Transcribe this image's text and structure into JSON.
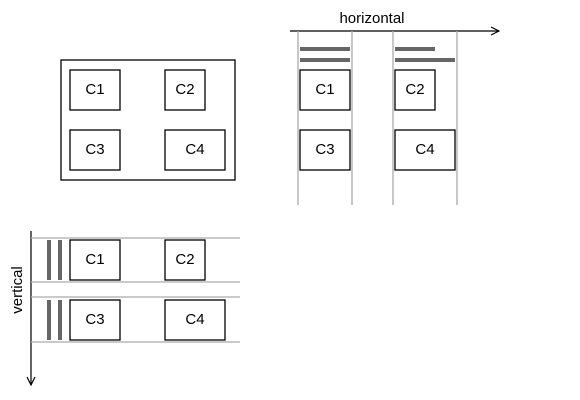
{
  "diagram": {
    "cells": [
      "C1",
      "C2",
      "C3",
      "C4"
    ],
    "horizontal_axis_label": "horizontal",
    "vertical_axis_label": "vertical"
  },
  "colors": {
    "stroke": "#000000",
    "guide_line": "#aaaaaa",
    "track_bar": "#666666"
  }
}
